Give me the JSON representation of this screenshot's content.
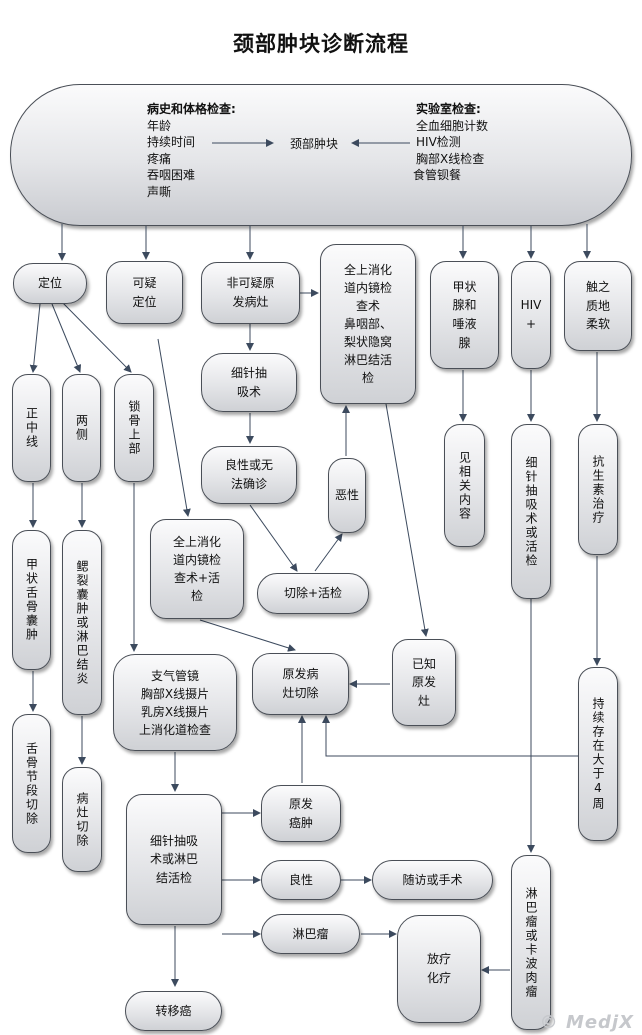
{
  "title": "颈部肿块诊断流程",
  "top": {
    "history_heading": "病史和体格检查:",
    "history_items": [
      "年龄",
      "持续时间",
      "疼痛",
      "吞咽困难",
      "声嘶"
    ],
    "center": "颈部肿块",
    "lab_heading": "实验室检查:",
    "lab_items": [
      "全血细胞计数",
      "HIV检测",
      "胸部X线检查",
      "食管钡餐"
    ]
  },
  "nodes": {
    "localize": "定位",
    "suspicious_site": "可疑\n定位",
    "non_suspicious": "非可疑原\n发病灶",
    "full_endoscopy": "全上消化\n道内镜检\n查术\n鼻咽部、\n梨状隐窝\n淋巴结活\n检",
    "thyroid_salivary": "甲状\n腺和\n唾液\n腺",
    "hiv_plus": "HIV\n+",
    "tender_soft": "触之\n质地\n柔软",
    "midline": "正中线",
    "bilateral": "两侧",
    "supraclavicular": "锁骨上部",
    "fna_1": "细针抽\n吸术",
    "benign_uncertain": "良性或无\n法确诊",
    "malignant": "恶性",
    "excision_biopsy": "切除+活检",
    "see_related": "见相关内容",
    "fna_or_biopsy": "细针抽吸术或活检",
    "antibiotics": "抗生素治疗",
    "thyroglossal_cyst": "甲状舌骨囊肿",
    "branchial_cyst": "鳃裂囊肿或淋巴结炎",
    "endoscopy_biopsy": "全上消化\n道内镜检\n查术+活\n检",
    "primary_excision": "原发病\n灶切除",
    "known_primary": "已知\n原发\n灶",
    "persist_4w": "持续存在大于4周",
    "hyoid_excision": "舌骨节段切除",
    "bronchoscopy": "支气管镜\n胸部X线摄片\n乳房X线摄片\n上消化道检查",
    "lesion_excision": "病灶切除",
    "fna_2": "细针抽吸\n术或淋巴\n结活检",
    "primary_cancer": "原发\n癌肿",
    "benign": "良性",
    "followup_surgery": "随访或手术",
    "lymphoma": "淋巴瘤",
    "radio_chemo": "放疗\n化疗",
    "metastatic": "转移癌",
    "lymphoma_kaposi": "淋巴瘤或卡波肉瘤"
  },
  "watermark": "© MedjX",
  "colors": {
    "line": "#3c4a5e",
    "node_top": "#fbfbfc",
    "node_bottom": "#cfd1d5"
  }
}
